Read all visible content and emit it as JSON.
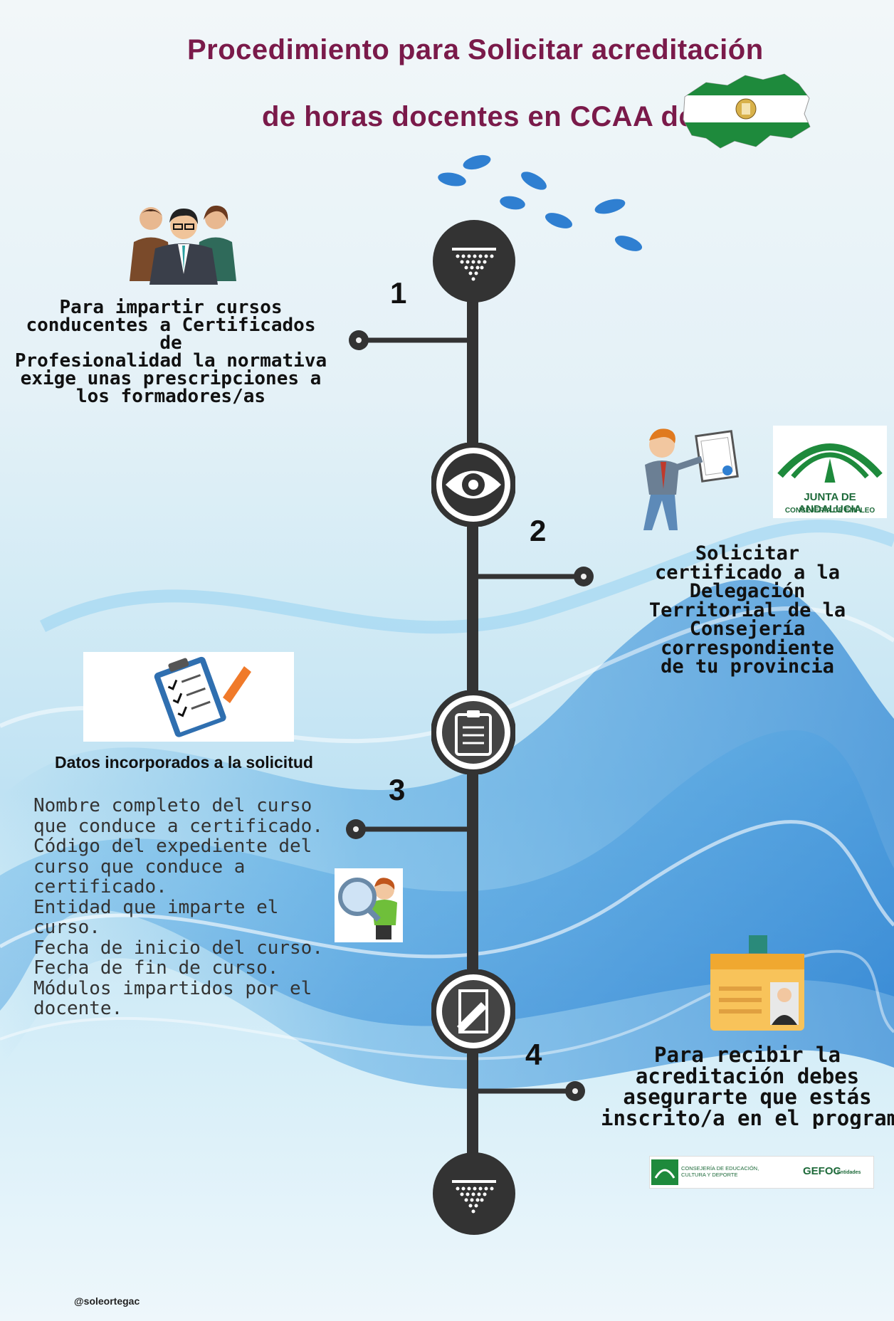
{
  "title": {
    "line1": "Procedimiento para Solicitar acreditación",
    "line2": "de horas docentes en CCAA de"
  },
  "steps": [
    {
      "number": "1",
      "text_lines": [
        "Para impartir cursos",
        "conducentes a Certificados de",
        "Profesionalidad la normativa",
        "exige unas prescripciones a",
        "los formadores/as"
      ]
    },
    {
      "number": "2",
      "text_lines": [
        "Solicitar",
        "certificado a la",
        "Delegación",
        "Territorial de la",
        "Consejería",
        "correspondiente",
        "de tu provincia"
      ]
    },
    {
      "number": "3",
      "heading": "Datos incorporados a la solicitud",
      "text_lines": [
        "Nombre completo del curso",
        "que conduce a certificado.",
        "Código del expediente del",
        "curso que conduce a",
        "certificado.",
        "Entidad que imparte el",
        "curso.",
        "Fecha de inicio del curso.",
        "Fecha de fin de curso.",
        "Módulos impartidos por el",
        "docente."
      ]
    },
    {
      "number": "4",
      "text_lines": [
        "Para recibir la",
        "acreditación debes",
        "asegurarte que estás",
        "inscrito/a en el program"
      ]
    }
  ],
  "logos": {
    "junta_line1": "JUNTA DE ANDALUCIA",
    "junta_line2": "CONSEJERÍA DE EMPLEO",
    "gefoc_left": "CONSEJERÍA DE EDUCACIÓN,",
    "gefoc_left2": "CULTURA Y DEPORTE",
    "gefoc_right": "GEFOC",
    "gefoc_right_small": "Entidades"
  },
  "footer": "@soleortegac",
  "colors": {
    "title": "#7a1a4a",
    "timeline": "#333333",
    "footprints": "#2f7fd1",
    "flag_green": "#1e8a3c"
  },
  "icons": [
    "funnel-icon",
    "eye-icon",
    "clipboard-icon",
    "document-pen-icon",
    "funnel-icon"
  ]
}
